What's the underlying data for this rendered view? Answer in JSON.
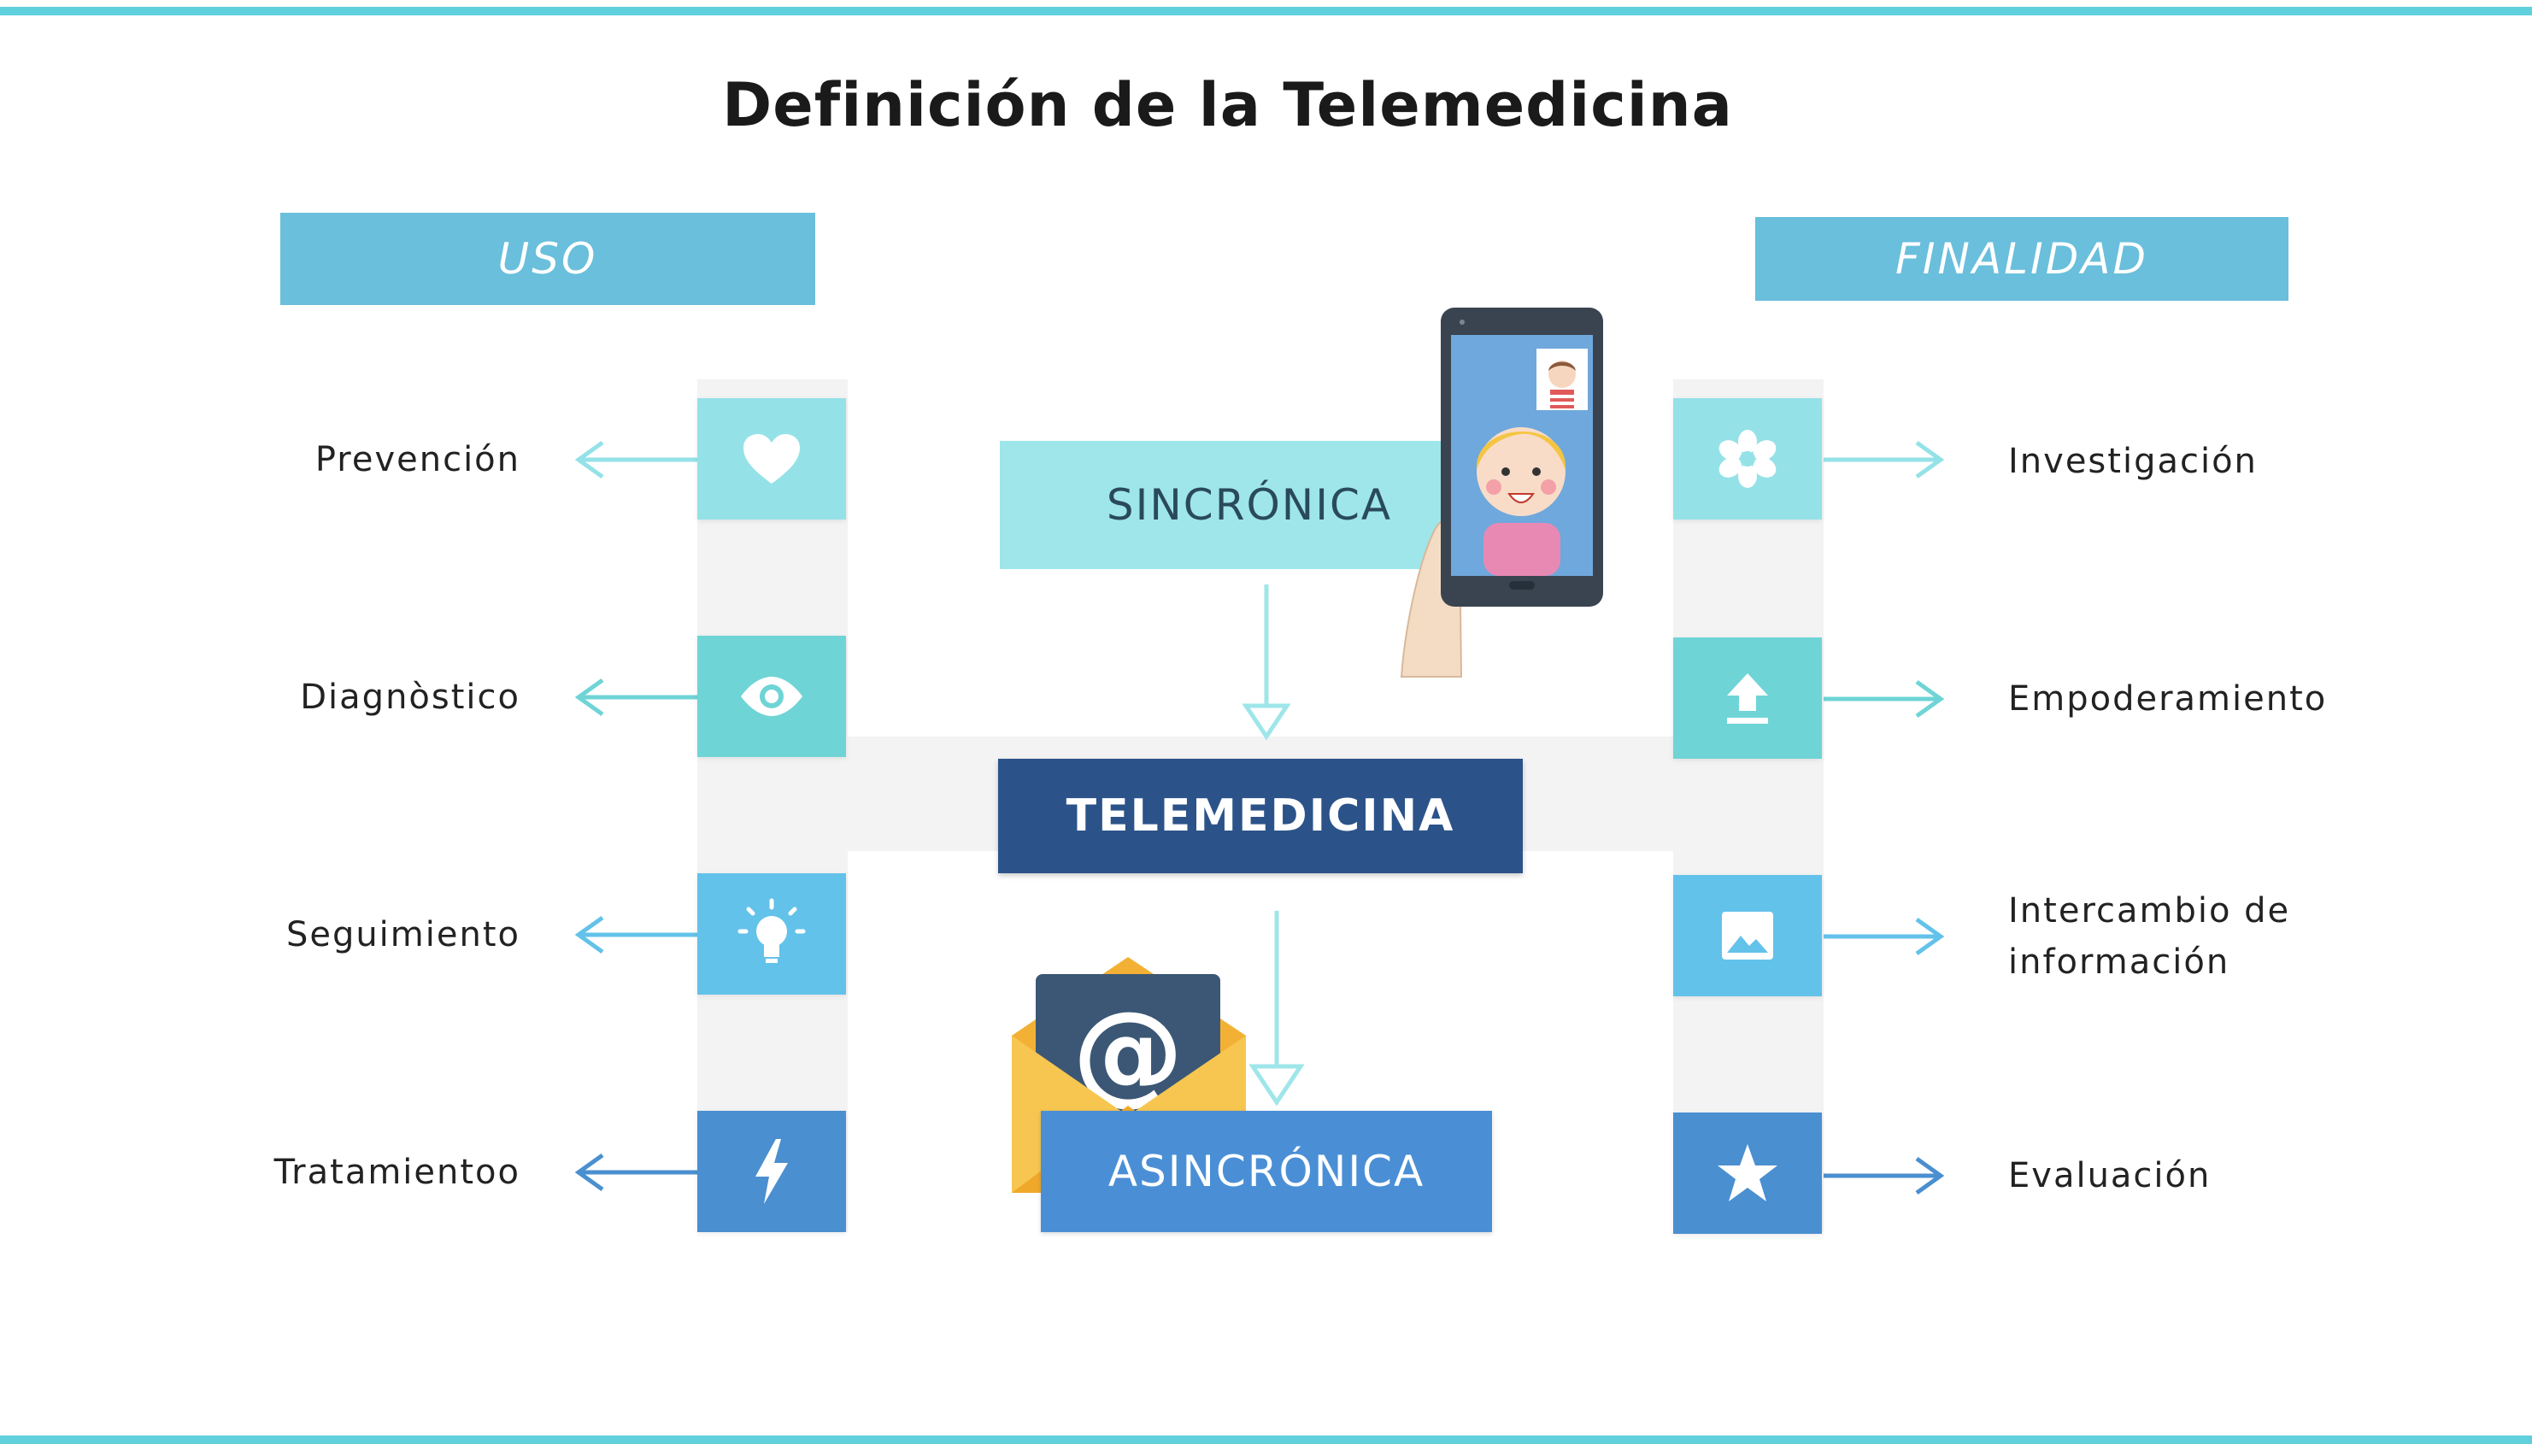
{
  "title": "Definición de la  Telemedicina",
  "headers": {
    "uso": "USO",
    "finalidad": "FINALIDAD"
  },
  "uso_items": [
    {
      "label": "Prevención",
      "icon": "heart-icon",
      "color": "#94e2e8"
    },
    {
      "label": "Diagnòstico",
      "icon": "eye-icon",
      "color": "#6fd4d6"
    },
    {
      "label": "Seguimiento",
      "icon": "lightbulb-icon",
      "color": "#63c2ea"
    },
    {
      "label": "Tratamientoo",
      "icon": "lightning-icon",
      "color": "#4a8fd0"
    }
  ],
  "finalidad_items": [
    {
      "label": "Investigación",
      "icon": "flower-icon",
      "color": "#94e2e8"
    },
    {
      "label": "Empoderamiento",
      "icon": "upload-icon",
      "color": "#6fd4d6"
    },
    {
      "label_line1": "Intercambio de",
      "label_line2": "información",
      "icon": "image-icon",
      "color": "#63c2ea"
    },
    {
      "label": "Evaluación",
      "icon": "star-icon",
      "color": "#4a8fd0"
    }
  ],
  "center": {
    "sincronica": "SINCRÓNICA",
    "telemedicina": "TELEMEDICINA",
    "asincronica": "ASINCRÓNICA"
  },
  "colors": {
    "rule": "#5fd0dc",
    "header": "#69bfdc",
    "sincronica_box": "#9ee6ea",
    "telemedicina_box": "#2b5389",
    "asincronica_box": "#4a8fd6",
    "rail": "#f3f3f3"
  }
}
